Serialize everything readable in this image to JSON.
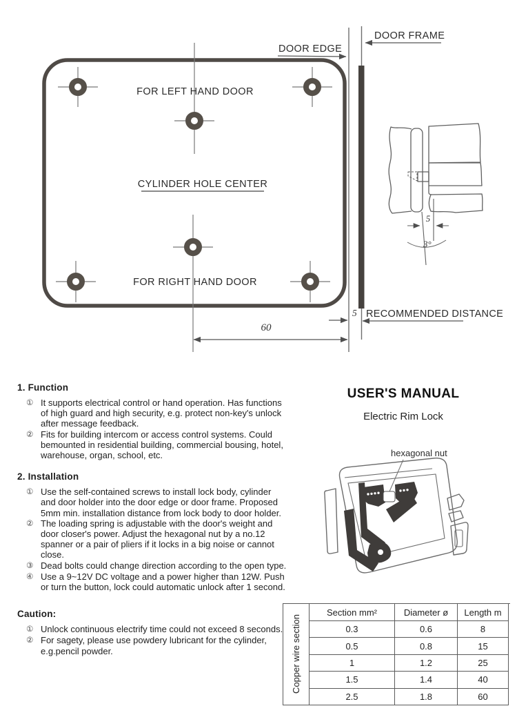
{
  "diagram": {
    "door_edge": "DOOR EDGE",
    "door_frame": "DOOR FRAME",
    "for_left": "FOR LEFT HAND DOOR",
    "cylinder_center": "CYLINDER HOLE CENTER",
    "for_right": "FOR RIGHT HAND DOOR",
    "recommended": "RECOMMENDED DISTANCE",
    "dim_60": "60",
    "dim_5_plate": "5",
    "dim_5_gap": "5",
    "dim_angle": "3°"
  },
  "manual": {
    "title": "USER'S MANUAL",
    "subtitle": "Electric Rim Lock",
    "callout": "hexagonal nut"
  },
  "sections": [
    {
      "heading": "1. Function",
      "items": [
        {
          "marker": "①",
          "text": "It supports electrical control or hand operation. Has functions of high guard and high security, e.g. protect non-key's unlock after message feedback."
        },
        {
          "marker": "②",
          "text": "Fits for building intercom or access control systems. Could bemounted in residential building, commercial bousing, hotel, warehouse, organ, school, etc."
        }
      ]
    },
    {
      "heading": "2. Installation",
      "items": [
        {
          "marker": "①",
          "text": "Use the self-contained screws to install lock body, cylinder and door holder into the door edge or door frame. Proposed 5mm min. installation distance from lock body to door holder."
        },
        {
          "marker": "②",
          "text": "The loading spring is adjustable with the door's weight and door closer's power. Adjust the hexagonal nut by a no.12 spanner or a pair of pliers if it locks in a big noise or cannot close."
        },
        {
          "marker": "③",
          "text": "Dead bolts could change direction according to the open type."
        },
        {
          "marker": "④",
          "text": "Use a 9~12V DC voltage and a power higher than 12W. Push or turn the button, lock could automatic unlock after 1 second."
        }
      ]
    },
    {
      "heading": "Caution:",
      "items": [
        {
          "marker": "①",
          "text": "Unlock continuous electrify time could not exceed 8 seconds."
        },
        {
          "marker": "②",
          "text": "For sagety, please use powdery lubricant for the cylinder, e.g.pencil powder."
        }
      ]
    }
  ],
  "wire_table": {
    "side_label": "Copper wire section",
    "headers": [
      "Section mm²",
      "Diameter ø",
      "Length m"
    ],
    "rows": [
      [
        "0.3",
        "0.6",
        "8"
      ],
      [
        "0.5",
        "0.8",
        "15"
      ],
      [
        "1",
        "1.2",
        "25"
      ],
      [
        "1.5",
        "1.4",
        "40"
      ],
      [
        "2.5",
        "1.8",
        "60"
      ]
    ]
  }
}
